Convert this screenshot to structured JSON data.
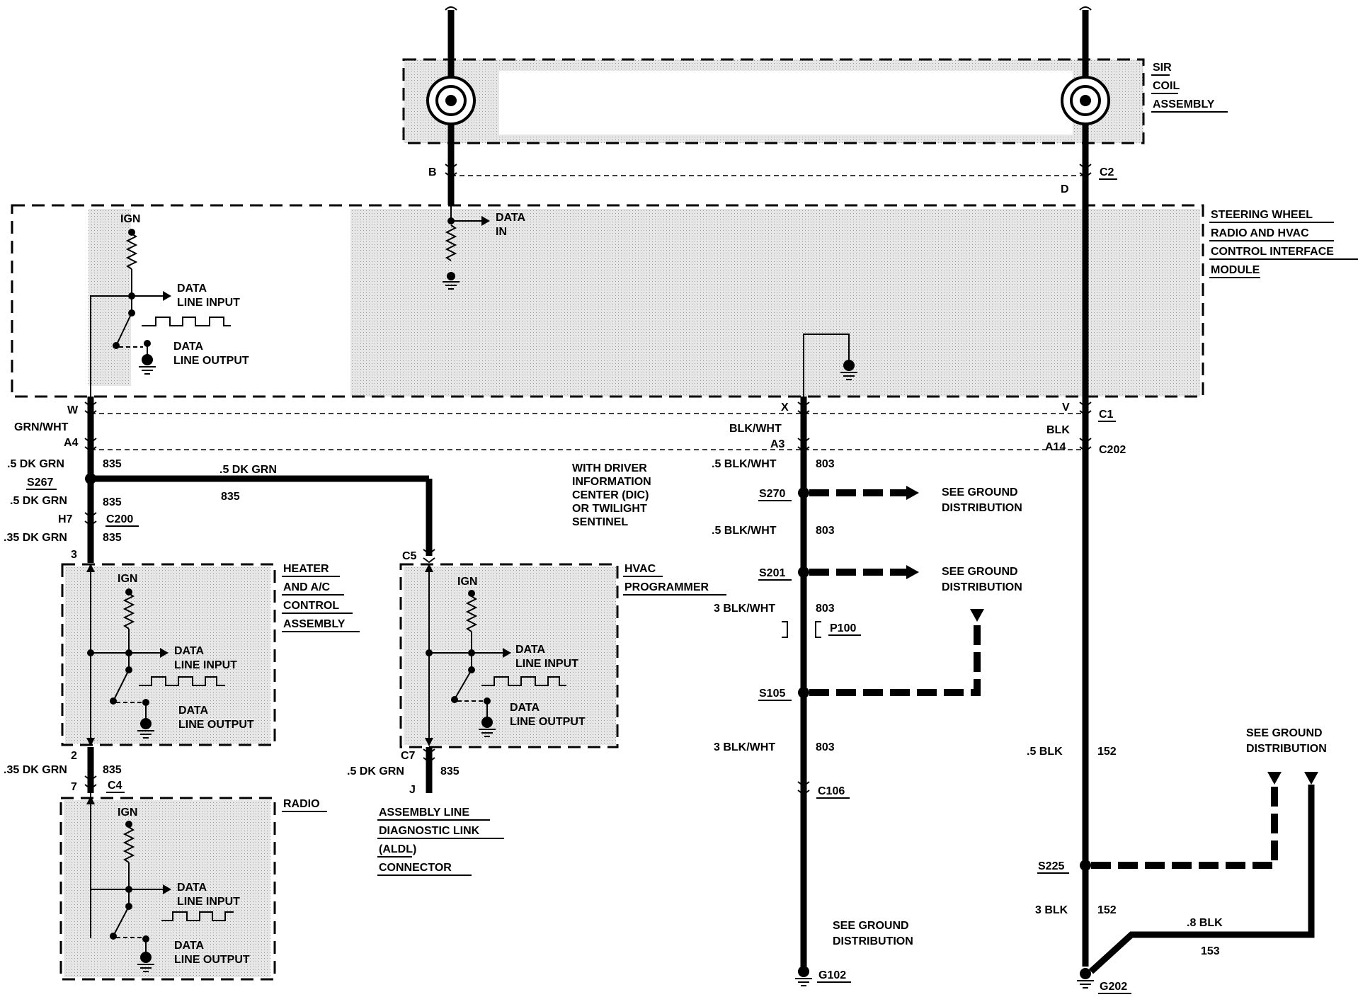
{
  "sir_coil": {
    "title_lines": [
      "SIR",
      "COIL",
      "ASSEMBLY"
    ],
    "pin_left": "B",
    "pin_right": "D",
    "connector": "C2"
  },
  "steering_module": {
    "title_lines": [
      "STEERING WHEEL",
      "RADIO AND HVAC",
      "CONTROL INTERFACE",
      "MODULE"
    ],
    "ign": "IGN",
    "data_in": [
      "DATA",
      "IN"
    ],
    "data_line_input": [
      "DATA",
      "LINE INPUT"
    ],
    "data_line_output": [
      "DATA",
      "LINE OUTPUT"
    ]
  },
  "connectors_c1": {
    "w": "W",
    "x": "X",
    "v": "V",
    "c1": "C1",
    "grn_wht": "GRN/WHT",
    "blk_wht": "BLK/WHT",
    "blk": "BLK"
  },
  "c202_row": {
    "a4": "A4",
    "a3": "A3",
    "a14": "A14",
    "c202": "C202"
  },
  "left_wiring": {
    "w1_gauge": ".5 DK GRN",
    "w1_circuit": "835",
    "splice": "S267",
    "w2_gauge": ".5 DK GRN",
    "w2_circuit": "835",
    "h7": "H7",
    "c200": "C200",
    "w3_gauge": ".35 DK GRN",
    "w3_circuit": "835",
    "pin3": "3",
    "pin2": "2",
    "w4_gauge": ".35 DK GRN",
    "w4_circuit": "835",
    "pin7": "7",
    "c4": "C4",
    "branch_gauge": ".5 DK GRN",
    "branch_circuit": "835"
  },
  "heater_module": {
    "title_lines": [
      "HEATER",
      "AND A/C",
      "CONTROL",
      "ASSEMBLY"
    ],
    "ign": "IGN",
    "data_line_input": [
      "DATA",
      "LINE INPUT"
    ],
    "data_line_output": [
      "DATA",
      "LINE OUTPUT"
    ]
  },
  "radio_module": {
    "title_lines": [
      "RADIO"
    ],
    "ign": "IGN",
    "data_line_input": [
      "DATA",
      "LINE INPUT"
    ],
    "data_line_output": [
      "DATA",
      "LINE OUTPUT"
    ]
  },
  "hvac_programmer": {
    "title_lines": [
      "HVAC",
      "PROGRAMMER"
    ],
    "c5": "C5",
    "c7": "C7",
    "ign": "IGN",
    "data_line_input": [
      "DATA",
      "LINE INPUT"
    ],
    "data_line_output": [
      "DATA",
      "LINE OUTPUT"
    ],
    "out_gauge": ".5 DK GRN",
    "out_circuit": "835",
    "pin_j": "J"
  },
  "aldl": {
    "title_lines": [
      "ASSEMBLY LINE",
      "DIAGNOSTIC  LINK",
      "(ALDL)",
      "CONNECTOR"
    ]
  },
  "dic_note": [
    "WITH DRIVER",
    "INFORMATION",
    "CENTER (DIC)",
    "OR TWILIGHT",
    "SENTINEL"
  ],
  "center_wiring": {
    "w1_gauge": ".5 BLK/WHT",
    "w1_circuit": "803",
    "s270": "S270",
    "w2_gauge": ".5 BLK/WHT",
    "w2_circuit": "803",
    "s201": "S201",
    "w3_gauge": "3 BLK/WHT",
    "w3_circuit": "803",
    "p100": "P100",
    "s105": "S105",
    "w4_gauge": "3 BLK/WHT",
    "w4_circuit": "803",
    "c106": "C106",
    "g102": "G102"
  },
  "right_wiring": {
    "w1_gauge": ".5 BLK",
    "w1_circuit": "152",
    "s225": "S225",
    "w2_gauge": "3 BLK",
    "w2_circuit": "152",
    "w3_gauge": ".8 BLK",
    "w3_circuit": "153",
    "g202": "G202"
  },
  "ground_refs": {
    "label1": [
      "SEE GROUND",
      "DISTRIBUTION"
    ],
    "label2": [
      "SEE GROUND",
      "DISTRIBUTION"
    ],
    "label3": [
      "SEE GROUND",
      "DISTRIBUTION"
    ],
    "label4": [
      "SEE GROUND",
      "DISTRIBUTION"
    ]
  }
}
